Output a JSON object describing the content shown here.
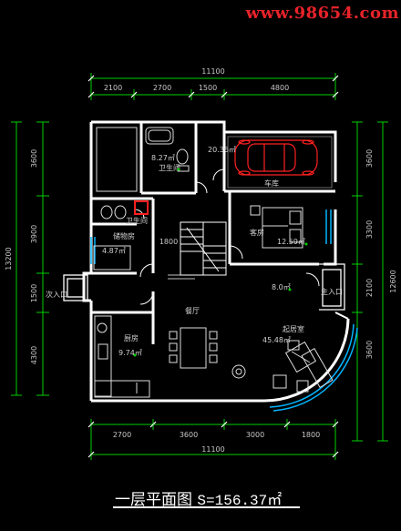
{
  "watermark": "www.98654.com",
  "caption": {
    "title": "一层平面图",
    "area": "S=156.37㎡"
  },
  "dimensions": {
    "top_total": "11100",
    "top": [
      "2100",
      "2700",
      "1500",
      "4800"
    ],
    "bottom": [
      "2700",
      "3600",
      "3000",
      "1800"
    ],
    "bottom_total": "11100",
    "left": [
      "3600",
      "3900",
      "1500",
      "4300"
    ],
    "left_total": "13200",
    "right": [
      "3600",
      "3300",
      "2100",
      "3600"
    ],
    "right_total": "12600",
    "stair_label": "1800"
  },
  "rooms": [
    {
      "id": "bathroom1",
      "name": "卫生间",
      "area": "8.27㎡"
    },
    {
      "id": "garage",
      "name": "车库",
      "area": "20.36㎡"
    },
    {
      "id": "bathroom2",
      "name": "卫生间",
      "area": ""
    },
    {
      "id": "storage",
      "name": "储物房",
      "area": "4.87㎡"
    },
    {
      "id": "guest",
      "name": "客房",
      "area": "12.59㎡"
    },
    {
      "id": "entrance",
      "name": "主入口",
      "area": "8.0㎡"
    },
    {
      "id": "side_entrance",
      "name": "次入口",
      "area": ""
    },
    {
      "id": "dining",
      "name": "餐厅",
      "area": ""
    },
    {
      "id": "kitchen",
      "name": "厨房",
      "area": "9.74㎡"
    },
    {
      "id": "living",
      "name": "起居室",
      "area": "45.48㎡"
    }
  ],
  "colors": {
    "wall": "#ffffff",
    "dim": "#00e000",
    "text": "#c8c8c8",
    "car": "#ff2020",
    "glass": "#00b4ff"
  }
}
